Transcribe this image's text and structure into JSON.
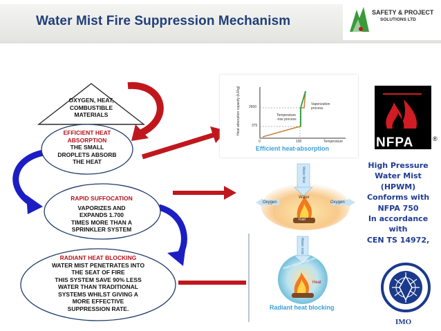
{
  "header": {
    "title": "Water Mist Fire Suppression Mechanism",
    "logo_line1": "SAFETY & PROJECT",
    "logo_line2": "SOLUTIONS LTD"
  },
  "triangle": {
    "lines": [
      "OXYGEN, HEAT,",
      "COMBUSTIBLE",
      "MATERIALS"
    ]
  },
  "bubbles": [
    {
      "heading": [
        "EFFICIENT HEAT",
        "ABSORPTION"
      ],
      "body": [
        "THE SMALL",
        "DROPLETS ABSORB",
        "THE HEAT"
      ]
    },
    {
      "heading": [
        "RAPID SUFFOCATION"
      ],
      "body": [
        "VAPORIZES AND",
        "EXPANDS 1.700",
        "TIMES MORE THAN  A",
        "SPRINKLER SYSTEM"
      ]
    },
    {
      "heading": [
        "RADIANT HEAT BLOCKING"
      ],
      "body": [
        "WATER MIST PENETRATES  INTO",
        "THE SEAT OF FIRE",
        "THIS SYSTEM SAVE 90% LESS",
        "WATER THAN TRADITIONAL",
        "SYSTEMS WHILST GIVING A",
        "MORE EFFECTIVE",
        "SUPPRESSION RATE."
      ]
    }
  ],
  "panel1": {
    "ylabel": "Heat absorption capacity (kJ/kg)",
    "ytick_high": "2600",
    "ytick_low": "375",
    "xtick_0": "0",
    "xtick_100": "100",
    "xlabel": "Temperature",
    "label_temp": [
      "Temperature",
      "-rise process"
    ],
    "label_vap": [
      "Vaporization",
      "process"
    ],
    "caption": "Efficient heat-absorption"
  },
  "panel2": {
    "arrow_label": "Water Mist",
    "center_label": "Water",
    "oxygen_left": "Oxygen",
    "oxygen_right": "Oxygen",
    "fire_label": "Fuel"
  },
  "panel3": {
    "arrow_label": "Water mist",
    "ring_label": "Water mist blocking radiant heat",
    "heat_label": "Heat",
    "caption": "Radiant heat blocking"
  },
  "nfpa": {
    "label": "NFPA",
    "reg": "®"
  },
  "side_text": [
    "High Pressure",
    "Water Mist",
    "(HPWM)",
    "Conforms with",
    "NFPA 750",
    "In accordance",
    "with",
    "CEN TS 14972,"
  ],
  "imo": {
    "label": "IMO"
  },
  "colors": {
    "title": "#1f3f7a",
    "red_arrow": "#c0171d",
    "blue_arrow": "#1c1ec4",
    "side_text": "#1f3a93",
    "logo_green": "#3c9a3c"
  }
}
